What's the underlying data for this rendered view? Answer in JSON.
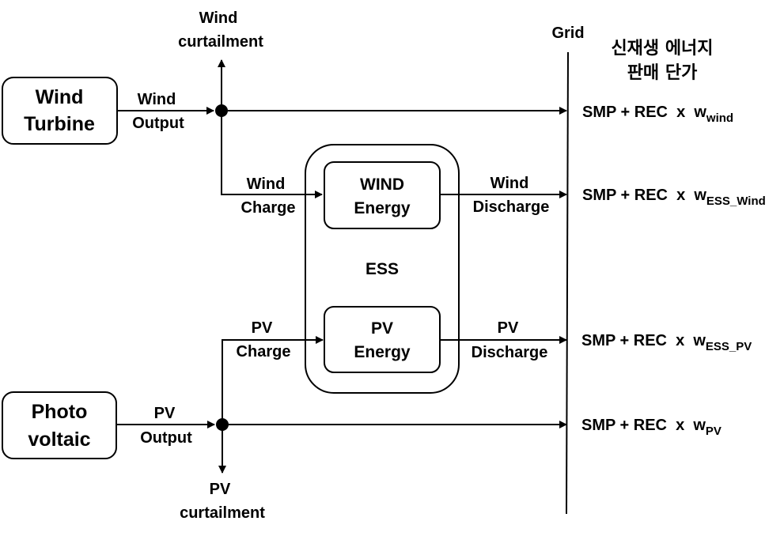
{
  "nodes": {
    "wind_turbine": [
      "Wind",
      "Turbine"
    ],
    "photovoltaic": [
      "Photo",
      "voltaic"
    ],
    "wind_energy": [
      "WIND",
      "Energy"
    ],
    "pv_energy": [
      "PV",
      "Energy"
    ],
    "ess": "ESS",
    "grid": "Grid"
  },
  "flows": {
    "wind_curtailment": [
      "Wind",
      "curtailment"
    ],
    "wind_output": [
      "Wind",
      "Output"
    ],
    "wind_charge": [
      "Wind",
      "Charge"
    ],
    "wind_discharge": [
      "Wind",
      "Discharge"
    ],
    "pv_charge": [
      "PV",
      "Charge"
    ],
    "pv_discharge": [
      "PV",
      "Discharge"
    ],
    "pv_output": [
      "PV",
      "Output"
    ],
    "pv_curtailment": [
      "PV",
      "curtailment"
    ]
  },
  "price_header": [
    "신재생 에너지",
    "판매 단가"
  ],
  "prices": [
    {
      "base": "SMP + REC  x  w",
      "sub": "wind"
    },
    {
      "base": "SMP + REC  x  w",
      "sub": "ESS_Wind"
    },
    {
      "base": "SMP + REC  x  w",
      "sub": "ESS_PV"
    },
    {
      "base": "SMP + REC  x  w",
      "sub": "PV"
    }
  ]
}
